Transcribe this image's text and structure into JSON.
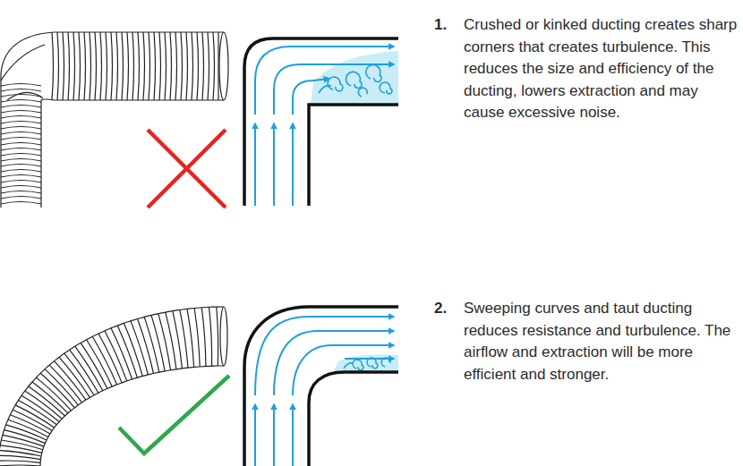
{
  "diagram": {
    "labels": [
      "1.",
      "Crushed or kinked ducting creates sharp corners that creates turbulence. This reduces the size and efficiency of the ducting, lowers extraction and may cause excessive noise.",
      "2.",
      "Sweeping curves and taut ducting reduces resistance and turbulence. The airflow and extraction will be more efficient and stronger."
    ]
  }
}
